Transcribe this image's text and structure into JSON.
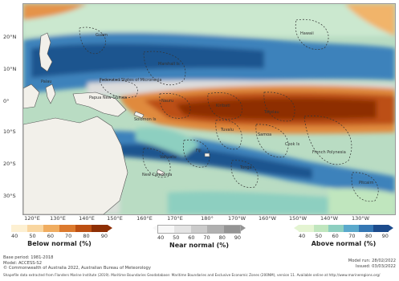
{
  "map": {
    "lat_labels": [
      "20°N",
      "10°N",
      "0°",
      "10°S",
      "20°S",
      "30°S"
    ],
    "lon_labels": [
      "120°E",
      "130°E",
      "140°E",
      "150°E",
      "160°E",
      "170°E",
      "180°",
      "170°W",
      "160°W",
      "150°W",
      "140°W",
      "130°W"
    ],
    "place_labels": [
      "Guam",
      "Marshall Is",
      "Federated States of Micronesia",
      "Palau",
      "Papua New Guinea",
      "Nauru",
      "Kiribati",
      "Tuvalu",
      "Solomon Is",
      "Vanuatu",
      "Fiji",
      "Samoa",
      "Tonga",
      "New Caledonia",
      "Cook Is",
      "French Polynesia",
      "Pitcairn",
      "Hawaii",
      "Tokelau"
    ],
    "colors": {
      "below": [
        "#fdf0d2",
        "#f9d6a0",
        "#f0ad60",
        "#dc7a2e",
        "#bc4f12",
        "#8e2f05"
      ],
      "near": [
        "#f7f7f7",
        "#e4e4e4",
        "#cbcbcb",
        "#b0b0b0",
        "#949494"
      ],
      "above": [
        "#e4f4d2",
        "#c0e6be",
        "#8dcfc0",
        "#5aa9cc",
        "#3577b4",
        "#1c4b8c"
      ]
    }
  },
  "legend": {
    "below": {
      "title": "Below normal (%)",
      "ticks": [
        "40",
        "50",
        "60",
        "70",
        "80",
        "90"
      ]
    },
    "near": {
      "title": "Near normal (%)",
      "ticks": [
        "40",
        "50",
        "60",
        "70",
        "80",
        "90"
      ]
    },
    "above": {
      "title": "Above normal (%)",
      "ticks": [
        "40",
        "50",
        "60",
        "70",
        "80",
        "90"
      ]
    }
  },
  "footer": {
    "base_period": "Base period: 1981-2018",
    "model": "Model: ACCESS-S2",
    "copyright": "© Commonwealth of Australia 2022, Australian Bureau of Meteorology",
    "model_run": "Model run: 28/02/2022",
    "issued": "Issued: 03/03/2022",
    "shapefile": "Shapefile data extracted from Flanders Marine Institute (2019). Maritime Boundaries Geodatabase: Maritime Boundaries and Exclusive Economic Zones (200NM), version 11. Available online at http://www.marineregions.org/"
  }
}
